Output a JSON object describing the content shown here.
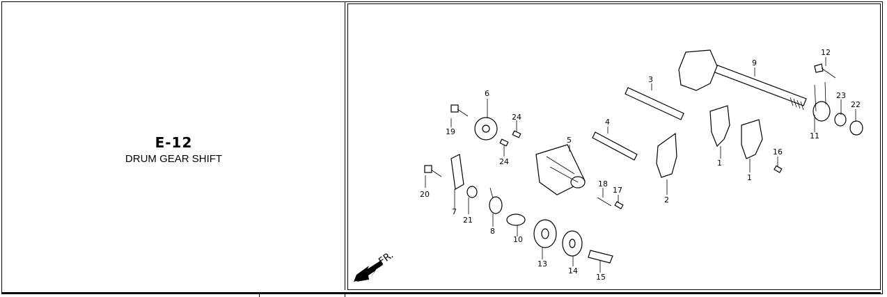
{
  "section": {
    "code": "E-12",
    "title": "DRUM GEAR SHIFT"
  },
  "direction_label": "FR.",
  "callouts": [
    "1",
    "1",
    "2",
    "3",
    "4",
    "5",
    "6",
    "7",
    "8",
    "9",
    "10",
    "11",
    "12",
    "13",
    "14",
    "15",
    "16",
    "17",
    "18",
    "19",
    "20",
    "21",
    "22",
    "23",
    "24",
    "24"
  ]
}
